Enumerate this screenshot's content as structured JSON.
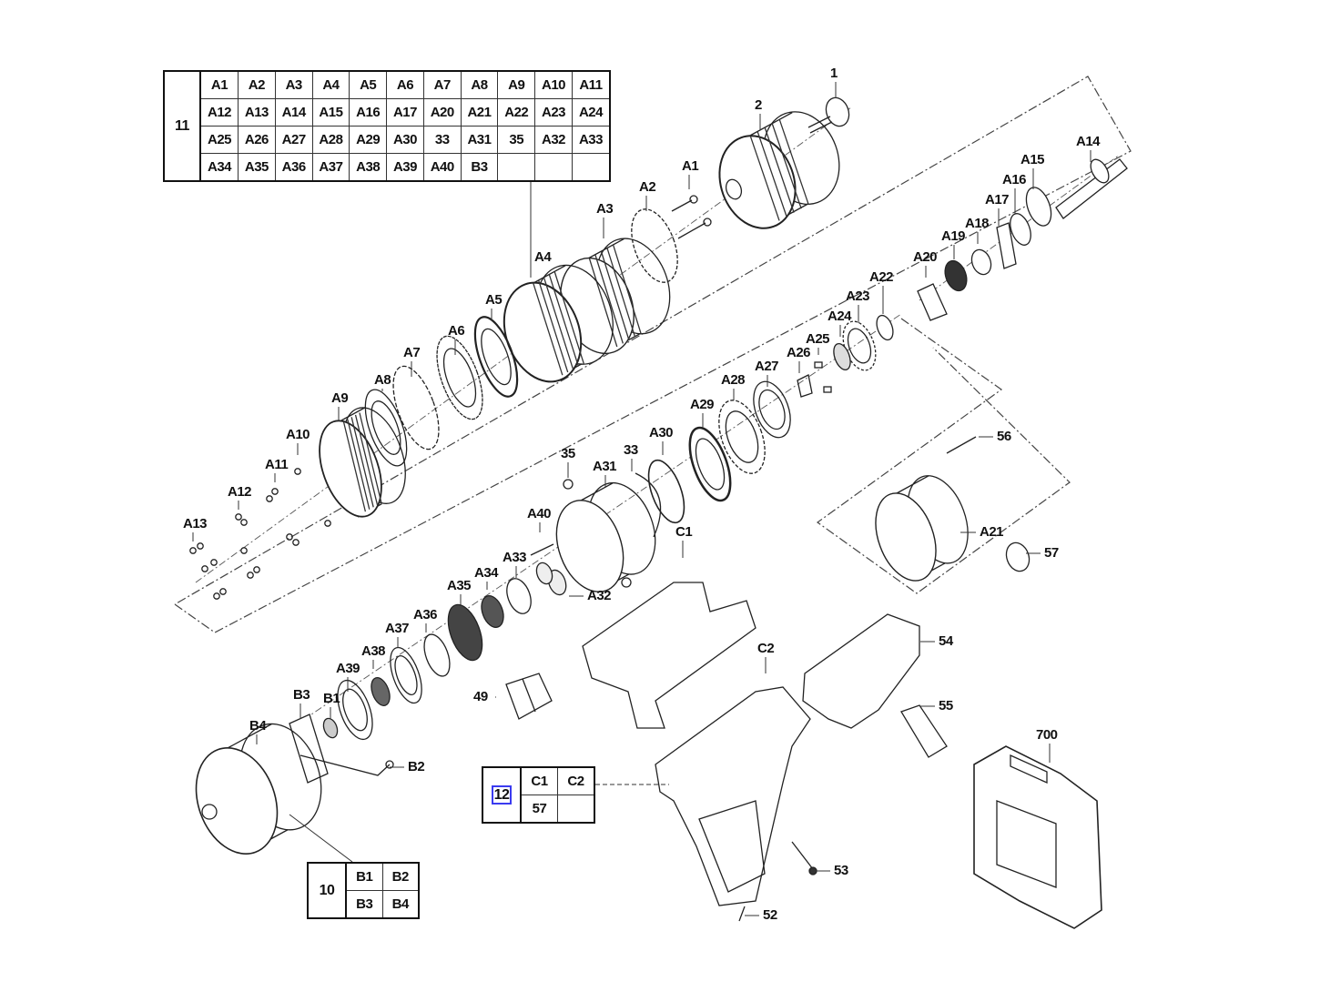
{
  "diagram": {
    "kits": [
      {
        "number": "11",
        "rows": [
          [
            "A1",
            "A2",
            "A3",
            "A4",
            "A5",
            "A6",
            "A7",
            "A8",
            "A9",
            "A10",
            "A11"
          ],
          [
            "A12",
            "A13",
            "A14",
            "A15",
            "A16",
            "A17",
            "A20",
            "A21",
            "A22",
            "A23",
            "A24"
          ],
          [
            "A25",
            "A26",
            "A27",
            "A28",
            "A29",
            "A30",
            "33",
            "A31",
            "35",
            "A32",
            "A33"
          ],
          [
            "A34",
            "A35",
            "A36",
            "A37",
            "A38",
            "A39",
            "A40",
            "B3",
            "",
            "",
            ""
          ]
        ]
      },
      {
        "number": "12",
        "number_highlighted": true,
        "rows": [
          [
            "C1",
            "C2"
          ],
          [
            "57",
            ""
          ]
        ]
      },
      {
        "number": "10",
        "rows": [
          [
            "B1",
            "B2"
          ],
          [
            "B3",
            "B4"
          ]
        ]
      }
    ],
    "parts": [
      {
        "id": "1",
        "label": "1"
      },
      {
        "id": "2",
        "label": "2"
      },
      {
        "id": "A1",
        "label": "A1"
      },
      {
        "id": "A2",
        "label": "A2"
      },
      {
        "id": "A3",
        "label": "A3"
      },
      {
        "id": "A4",
        "label": "A4"
      },
      {
        "id": "A5",
        "label": "A5"
      },
      {
        "id": "A6",
        "label": "A6"
      },
      {
        "id": "A7",
        "label": "A7"
      },
      {
        "id": "A8",
        "label": "A8"
      },
      {
        "id": "A9",
        "label": "A9"
      },
      {
        "id": "A10",
        "label": "A10"
      },
      {
        "id": "A11",
        "label": "A11"
      },
      {
        "id": "A12",
        "label": "A12"
      },
      {
        "id": "A13",
        "label": "A13"
      },
      {
        "id": "A14",
        "label": "A14"
      },
      {
        "id": "A15",
        "label": "A15"
      },
      {
        "id": "A16",
        "label": "A16"
      },
      {
        "id": "A17",
        "label": "A17"
      },
      {
        "id": "A18",
        "label": "A18"
      },
      {
        "id": "A19",
        "label": "A19"
      },
      {
        "id": "A20",
        "label": "A20"
      },
      {
        "id": "A21",
        "label": "A21"
      },
      {
        "id": "A22",
        "label": "A22"
      },
      {
        "id": "A23",
        "label": "A23"
      },
      {
        "id": "A24",
        "label": "A24"
      },
      {
        "id": "A25",
        "label": "A25"
      },
      {
        "id": "A26",
        "label": "A26"
      },
      {
        "id": "A27",
        "label": "A27"
      },
      {
        "id": "A28",
        "label": "A28"
      },
      {
        "id": "A29",
        "label": "A29"
      },
      {
        "id": "A30",
        "label": "A30"
      },
      {
        "id": "A31",
        "label": "A31"
      },
      {
        "id": "A32",
        "label": "A32"
      },
      {
        "id": "A33",
        "label": "A33"
      },
      {
        "id": "A34",
        "label": "A34"
      },
      {
        "id": "A35",
        "label": "A35"
      },
      {
        "id": "A36",
        "label": "A36"
      },
      {
        "id": "A37",
        "label": "A37"
      },
      {
        "id": "A38",
        "label": "A38"
      },
      {
        "id": "A39",
        "label": "A39"
      },
      {
        "id": "A40",
        "label": "A40"
      },
      {
        "id": "33",
        "label": "33"
      },
      {
        "id": "35",
        "label": "35"
      },
      {
        "id": "B1",
        "label": "B1"
      },
      {
        "id": "B2",
        "label": "B2"
      },
      {
        "id": "B3",
        "label": "B3"
      },
      {
        "id": "B4",
        "label": "B4"
      },
      {
        "id": "C1",
        "label": "C1"
      },
      {
        "id": "C2",
        "label": "C2"
      },
      {
        "id": "49",
        "label": "49"
      },
      {
        "id": "52",
        "label": "52"
      },
      {
        "id": "53",
        "label": "53"
      },
      {
        "id": "54",
        "label": "54"
      },
      {
        "id": "55",
        "label": "55"
      },
      {
        "id": "56",
        "label": "56"
      },
      {
        "id": "57",
        "label": "57"
      },
      {
        "id": "700",
        "label": "700"
      }
    ]
  }
}
